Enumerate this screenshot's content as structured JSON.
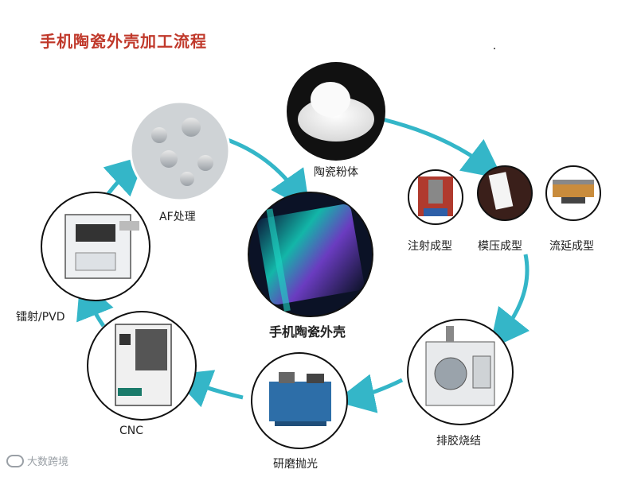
{
  "title": "手机陶瓷外壳加工流程",
  "colors": {
    "arrow": "#34b6c8",
    "title": "#c0392b"
  },
  "steps": [
    {
      "id": "powder",
      "label": "陶瓷粉体"
    },
    {
      "id": "injection",
      "label": "注射成型"
    },
    {
      "id": "press",
      "label": "模压成型"
    },
    {
      "id": "tape",
      "label": "流延成型"
    },
    {
      "id": "debind",
      "label": "排胶烧结"
    },
    {
      "id": "polish",
      "label": "研磨抛光"
    },
    {
      "id": "cnc",
      "label": "CNC"
    },
    {
      "id": "pvd",
      "label": "镭射/PVD"
    },
    {
      "id": "af",
      "label": "AF处理"
    }
  ],
  "center": {
    "label": "手机陶瓷外壳"
  },
  "watermark": "大数跨境"
}
